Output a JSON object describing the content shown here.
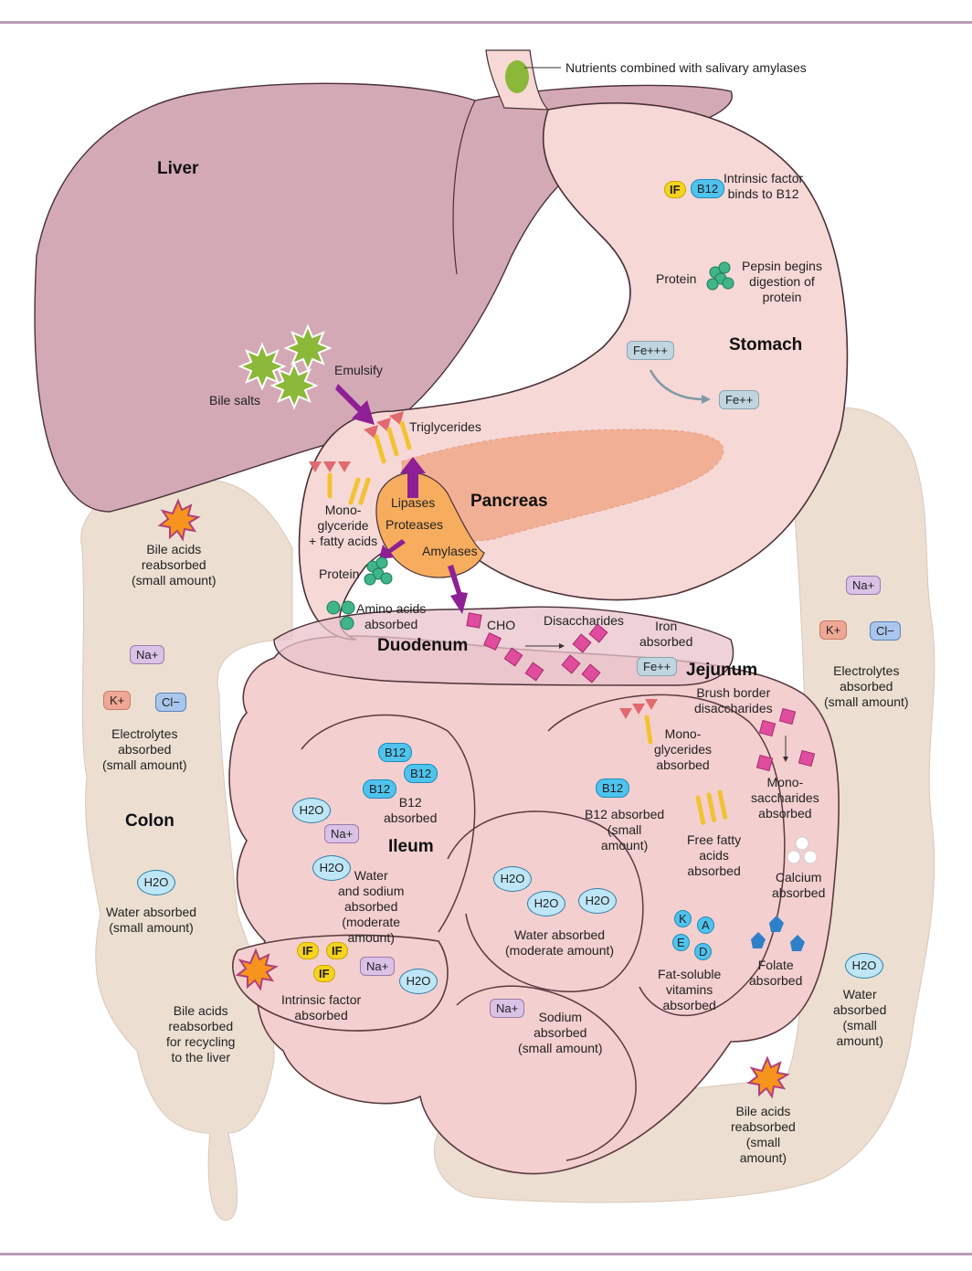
{
  "title": "Digestion and absorption in the gastrointestinal tract",
  "colors": {
    "frame": "#b99bb9",
    "liver": "#d4a9b6",
    "stomach": "#f6d8d6",
    "pancreas": "#f0a98a",
    "pancreas_duct": "#f7ad5e",
    "colon": "#ecdfd2",
    "small_intestine": "#f4cfcf",
    "enzyme_arrow": "#8e1f95",
    "bile_salt": "#8cb83a",
    "bile_acid": "#f7941d",
    "b12": "#4fc3ee",
    "intrinsic_factor": "#f5d320",
    "disaccharide": "#e04d9c",
    "protein": "#3fb58a",
    "fatty_acid": "#f2c230",
    "triglyceride_head": "#e06a6f",
    "folate": "#2f7fc9"
  },
  "organs": {
    "liver": "Liver",
    "stomach": "Stomach",
    "pancreas": "Pancreas",
    "duodenum": "Duodenum",
    "jejunum": "Jejunum",
    "ileum": "Ileum",
    "colon": "Colon"
  },
  "esophagus": {
    "label": "Nutrients combined with salivary amylases"
  },
  "stomach": {
    "if_chip": "IF",
    "b12_chip": "B12",
    "intrinsic_factor": "Intrinsic factor\nbinds to B12",
    "protein": "Protein",
    "pepsin": "Pepsin begins\ndigestion of\nprotein",
    "fe3": "Fe+++",
    "fe2": "Fe++"
  },
  "liver": {
    "bile_salts": "Bile salts",
    "emulsify": "Emulsify",
    "triglycerides": "Triglycerides",
    "monoglyceride": "Mono-\nglyceride\n+ fatty acids"
  },
  "pancreas": {
    "lipases": "Lipases",
    "proteases": "Proteases",
    "amylases": "Amylases"
  },
  "duodenum": {
    "protein": "Protein",
    "amino_acids": "Amino acids\nabsorbed",
    "cho": "CHO",
    "disaccharides": "Disaccharides",
    "iron": "Iron\nabsorbed",
    "fe2": "Fe++"
  },
  "jejunum": {
    "brush_border": "Brush border\ndisaccharides",
    "monoglycerides": "Mono-\nglycerides\nabsorbed",
    "monosaccharides": "Mono-\nsaccharides\nabsorbed",
    "b12_small": "B12 absorbed\n(small\namount)",
    "free_fatty_acids": "Free fatty\nacids\nabsorbed",
    "calcium": "Calcium\nabsorbed",
    "water_moderate": "Water absorbed\n(moderate amount)",
    "fat_soluble": "Fat-soluble\nvitamins\nabsorbed",
    "vitamins": [
      "K",
      "A",
      "E",
      "D"
    ],
    "folate": "Folate\nabsorbed"
  },
  "ileum": {
    "b12": "B12\nabsorbed",
    "water_sodium": "Water\nand sodium\nabsorbed\n(moderate\namount)",
    "intrinsic_factor": "Intrinsic factor\nabsorbed",
    "sodium_small": "Sodium\nabsorbed\n(small amount)",
    "bile_acids_recycle": "Bile acids\nreabsorbed\nfor recycling\nto the liver"
  },
  "colon": {
    "bile_acids_left": "Bile acids\nreabsorbed\n(small amount)",
    "electrolytes_left": "Electrolytes\nabsorbed\n(small amount)",
    "water_left": "Water absorbed\n(small amount)",
    "electrolytes_right": "Electrolytes\nabsorbed\n(small amount)",
    "water_right": "Water\nabsorbed\n(small\namount)",
    "bile_acids_right": "Bile acids\nreabsorbed\n(small\namount)"
  },
  "chips": {
    "na": "Na+",
    "k": "K+",
    "cl": "Cl−",
    "h2o": "H2O",
    "b12": "B12",
    "if": "IF"
  }
}
